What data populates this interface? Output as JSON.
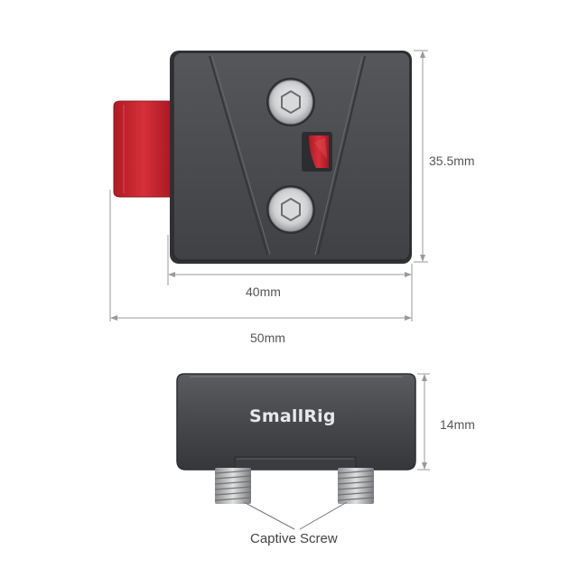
{
  "product": {
    "brand": "SmallRig",
    "accent_color": "#c8202c",
    "body_color": "#4a4c50"
  },
  "dimensions": {
    "body_width": "40mm",
    "overall_width": "50mm",
    "height_top_view": "35.5mm",
    "thickness": "14mm"
  },
  "callout": {
    "captive_screw": "Captive Screw"
  },
  "icons": [
    "hex-screw-icon",
    "hex-screw-icon",
    "threaded-screw-icon",
    "threaded-screw-icon"
  ]
}
